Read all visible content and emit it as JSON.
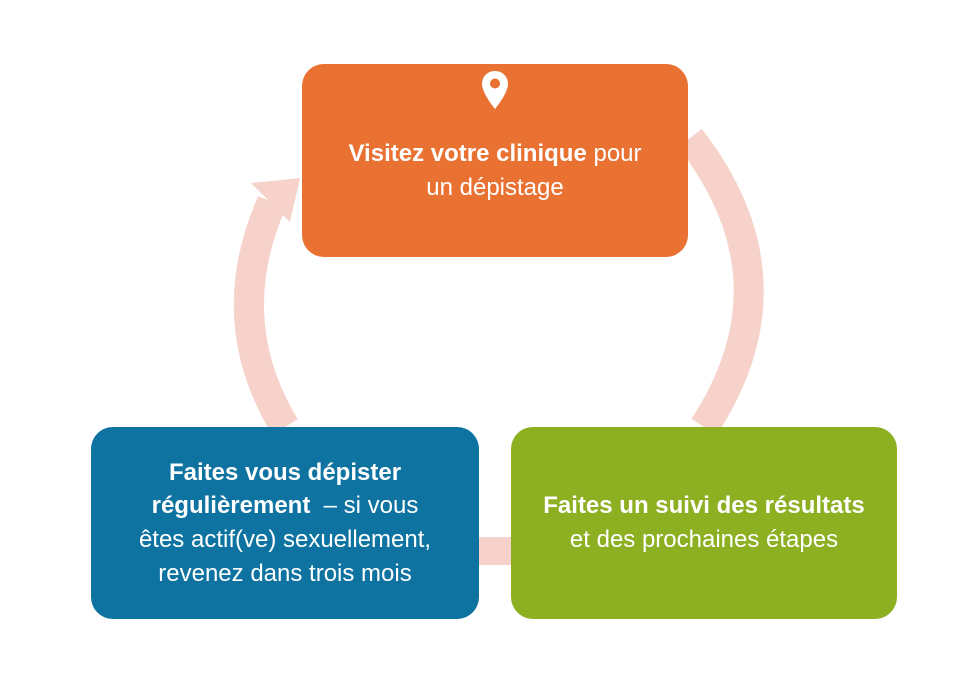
{
  "colors": {
    "visit_box": "#E97132",
    "followup_box": "#8DB023",
    "regular_box": "#0E73A0",
    "arrow": "#F6D2CB",
    "text": "#FFFFFF"
  },
  "steps": {
    "visit": {
      "icon": "location-pin-icon",
      "bold": "Visitez votre clinique",
      "rest_line1": " pour",
      "line2": "un dépistage"
    },
    "followup": {
      "bold": "Faites un suivi des résultats",
      "line2": "et des prochaines étapes"
    },
    "regular": {
      "bold_line1": "Faites vous dépister",
      "bold_line2": "régulièrement",
      "rest_line2": "  – si vous",
      "line3": "êtes actif(ve) sexuellement,",
      "line4": "revenez dans trois mois"
    }
  }
}
